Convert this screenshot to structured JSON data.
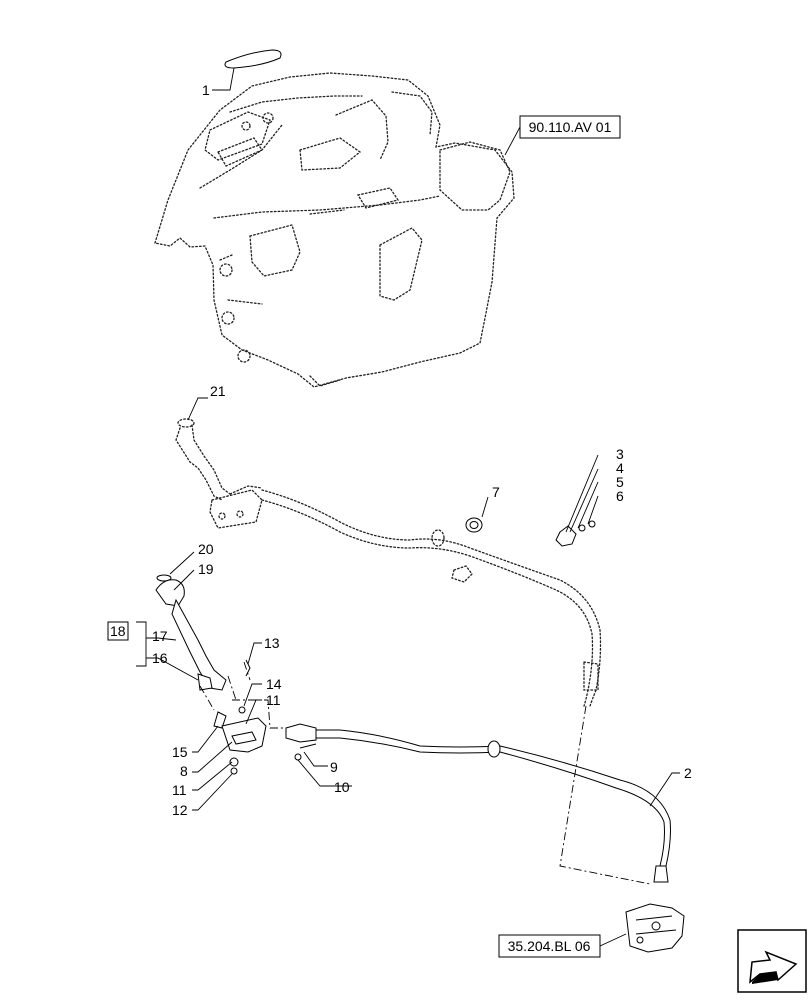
{
  "callouts": {
    "c1": "1",
    "c2": "2",
    "c3": "3",
    "c4": "4",
    "c5": "5",
    "c6": "6",
    "c7": "7",
    "c8": "8",
    "c9": "9",
    "c10": "10",
    "c11a": "11",
    "c11b": "11",
    "c12": "12",
    "c13": "13",
    "c14": "14",
    "c15": "15",
    "c16": "16",
    "c17": "17",
    "c18": "18",
    "c19": "19",
    "c20": "20",
    "c21": "21"
  },
  "references": {
    "top": "90.110.AV 01",
    "bottom": "35.204.BL 06"
  },
  "nav_icon": "arrow-icon"
}
